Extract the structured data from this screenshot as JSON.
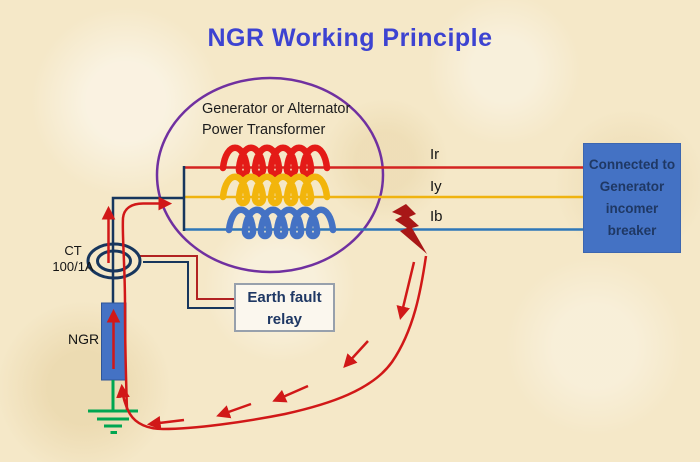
{
  "title": "NGR Working Principle",
  "transformer": {
    "label_line1": "Generator or Alternator",
    "label_line2": "Power Transformer"
  },
  "phases": [
    {
      "label": "Ir",
      "color": "#D42421"
    },
    {
      "label": "Iy",
      "color": "#EFB310"
    },
    {
      "label": "Ib",
      "color": "#2E77B8"
    }
  ],
  "ct": {
    "label_line1": "CT",
    "label_line2": "100/1A"
  },
  "ngr": {
    "label": "NGR"
  },
  "relay": {
    "label_line1": "Earth fault",
    "label_line2": "relay"
  },
  "breaker_box": {
    "lines": [
      "Connected to",
      "Generator",
      "incomer",
      "breaker"
    ]
  },
  "icons": [
    "lightning-bolt-icon",
    "earth-ground-icon",
    "ct-coil-icon",
    "fault-current-arrows"
  ],
  "colors": {
    "background": "#F5E8C8",
    "title_text": "#3D43D1",
    "phase_red": "#D42421",
    "phase_yellow": "#EFB310",
    "phase_blue": "#2E77B8",
    "coil_red": "#E41B17",
    "coil_yellow": "#F2B50C",
    "coil_blue": "#4472C4",
    "neutral_navy": "#17365D",
    "transformer_circle": "#7030A0",
    "fault_current_red": "#D11818",
    "lightning_red": "#A81717",
    "ground_green": "#00A651",
    "ngr_fill": "#4472C4",
    "breaker_box_fill": "#4472C4",
    "box_text_navy": "#1F3864"
  }
}
